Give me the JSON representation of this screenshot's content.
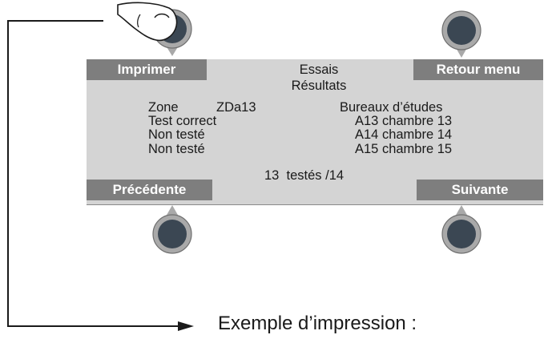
{
  "screen": {
    "title": "Essais",
    "subtitle": "Résultats",
    "softkeys": {
      "top_left": "Imprimer",
      "top_right": "Retour menu",
      "bottom_left": "Précédente",
      "bottom_right": "Suivante"
    },
    "rows": [
      {
        "left_label": "Zone",
        "left_value": "ZDa13",
        "right": "Bureaux d’études"
      },
      {
        "left_label": "Test correct",
        "left_value": "",
        "right": "A13 chambre 13"
      },
      {
        "left_label": "Non testé",
        "left_value": "",
        "right": "A14 chambre 14"
      },
      {
        "left_label": "Non testé",
        "left_value": "",
        "right": "A15 chambre 15"
      }
    ],
    "count": "13  testés /14"
  },
  "caption": "Exemple d’impression :",
  "colors": {
    "screen_bg": "#d4d4d4",
    "softkey_bg": "#7e7e7e",
    "knob_ring": "#a9a9a9",
    "knob_core": "#3b4753"
  },
  "icons": [
    "pressing-finger-icon",
    "knob-icon",
    "arrow-right-icon"
  ]
}
